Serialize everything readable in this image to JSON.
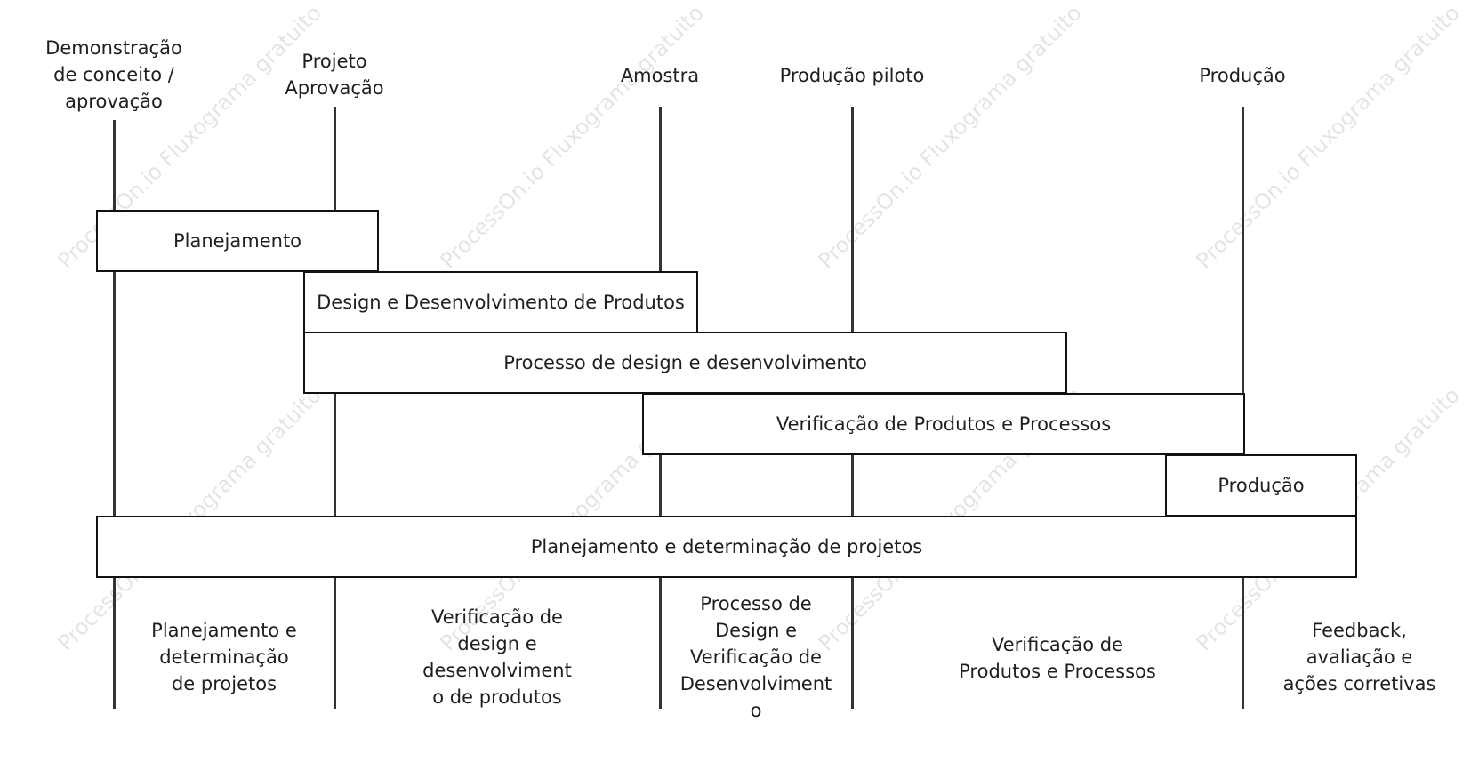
{
  "watermark": "ProcessOn.io Fluxograma gratuito",
  "milestones": [
    {
      "id": "concept",
      "label_lines": [
        "Demonstração",
        "de conceito /",
        "aprovação"
      ]
    },
    {
      "id": "project",
      "label_lines": [
        "Projeto",
        "Aprovação"
      ]
    },
    {
      "id": "sample",
      "label_lines": [
        "Amostra"
      ]
    },
    {
      "id": "pilot",
      "label_lines": [
        "Produção piloto"
      ]
    },
    {
      "id": "production",
      "label_lines": [
        "Produção"
      ]
    }
  ],
  "phases": [
    {
      "id": "planning",
      "label": "Planejamento"
    },
    {
      "id": "product-design",
      "label": "Design e Desenvolvimento de Produtos"
    },
    {
      "id": "process-design",
      "label": "Processo de design e desenvolvimento"
    },
    {
      "id": "verification",
      "label": "Verificação de Produtos e Processos"
    },
    {
      "id": "production",
      "label": "Produção"
    },
    {
      "id": "project-planning",
      "label": "Planejamento e determinação de projetos"
    }
  ],
  "regions": [
    {
      "id": "r1",
      "label_lines": [
        "Planejamento e",
        "determinação",
        "de projetos"
      ]
    },
    {
      "id": "r2",
      "label_lines": [
        "Verificação de",
        "design e",
        "desenvolviment",
        "o de produtos"
      ]
    },
    {
      "id": "r3",
      "label_lines": [
        "Processo de",
        "Design e",
        "Verificação de",
        "Desenvolviment",
        "o"
      ]
    },
    {
      "id": "r4",
      "label_lines": [
        "Verificação de",
        "Produtos e Processos"
      ]
    },
    {
      "id": "r5",
      "label_lines": [
        "Feedback,",
        "avaliação e",
        "ações corretivas"
      ]
    }
  ]
}
